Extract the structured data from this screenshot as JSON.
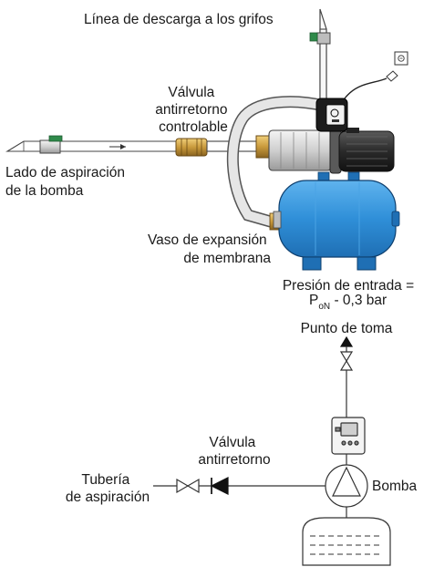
{
  "labels": {
    "discharge_line": "Línea de descarga a los grifos",
    "controllable_valve": [
      "Válvula",
      "antirretorno",
      "controlable"
    ],
    "suction_side": [
      "Lado de aspiración",
      "de la bomba"
    ],
    "expansion_vessel": [
      "Vaso de expansión",
      "de membrana"
    ],
    "inlet_pressure_line1": "Presión de entrada =",
    "inlet_pressure_p": "P",
    "inlet_pressure_sub": "oN",
    "inlet_pressure_value": " - 0,3 bar",
    "tapping_point": "Punto de toma",
    "check_valve": [
      "Válvula",
      "antirretorno"
    ],
    "suction_pipe": [
      "Tubería",
      "de aspiración"
    ],
    "pump": "Bomba"
  },
  "colors": {
    "tank_blue": "#2f8fd8",
    "tank_blue_dark": "#1f6fb4",
    "brass": "#c99a3c",
    "valve_green": "#2f8a4a",
    "pump_black": "#1c1c1c",
    "line_gray": "#555555"
  }
}
